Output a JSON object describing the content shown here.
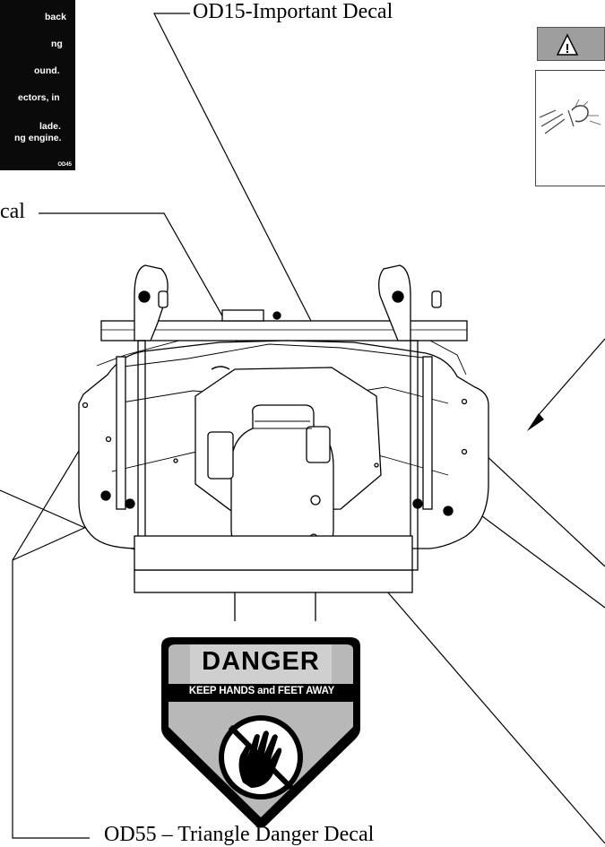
{
  "labels": {
    "od15": "OD15-Important Decal",
    "cal": "cal",
    "od55": "OD55 – Triangle Danger Decal"
  },
  "decal_black": {
    "lines": [
      "back",
      "ng",
      "ound.",
      "ectors, in",
      "lade.",
      "ng engine."
    ],
    "code": "OD45"
  },
  "danger_decal": {
    "title": "DANGER",
    "subtitle": "KEEP HANDS and FEET AWAY"
  },
  "warning_decal": {
    "symbol": "!"
  },
  "icons": {
    "warning": "warning-triangle-icon",
    "hand": "hand-icon"
  },
  "colors": {
    "ink": "#000000",
    "decal_black": "#0a0a0a",
    "danger_gray": "#b8b8b8",
    "warning_bar": "#9e9e9e"
  }
}
